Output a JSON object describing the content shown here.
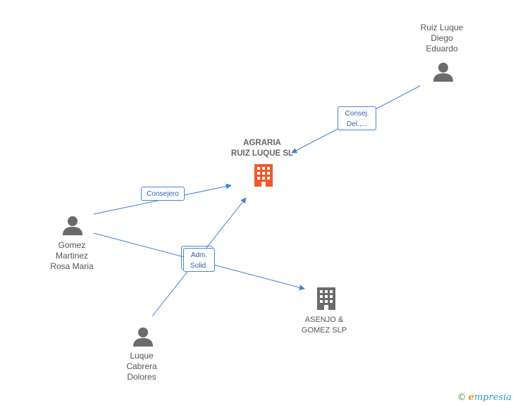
{
  "nodes": {
    "main_company": {
      "lines": [
        "AGRARIA",
        "RUIZ LUQUE SL"
      ],
      "icon": "building-icon",
      "color": "#f05a28"
    },
    "company_asenjo": {
      "lines": [
        "ASENJO &",
        "GOMEZ SLP"
      ],
      "icon": "building-icon",
      "color": "#6b6b6b"
    },
    "person_ruiz": {
      "lines": [
        "Ruiz Luque",
        "Diego",
        "Eduardo"
      ],
      "icon": "person-icon",
      "color": "#6b6b6b"
    },
    "person_gomez": {
      "lines": [
        "Gomez",
        "Martinez",
        "Rosa Maria"
      ],
      "icon": "person-icon",
      "color": "#6b6b6b"
    },
    "person_luque": {
      "lines": [
        "Luque",
        "Cabrera",
        "Dolores"
      ],
      "icon": "person-icon",
      "color": "#6b6b6b"
    }
  },
  "edges": {
    "ruiz_to_main": {
      "lines": [
        "Consej.",
        "Del.,..."
      ]
    },
    "gomez_to_main": {
      "lines": [
        "Consejero"
      ]
    },
    "shared": {
      "lines": [
        "Adm.",
        "Solid."
      ]
    }
  },
  "colors": {
    "edge": "#3d7fd9",
    "edge_text": "#2f5fa8"
  },
  "watermark": {
    "copyright": "©",
    "brand_initial": "e",
    "brand_rest": "mpresia"
  }
}
